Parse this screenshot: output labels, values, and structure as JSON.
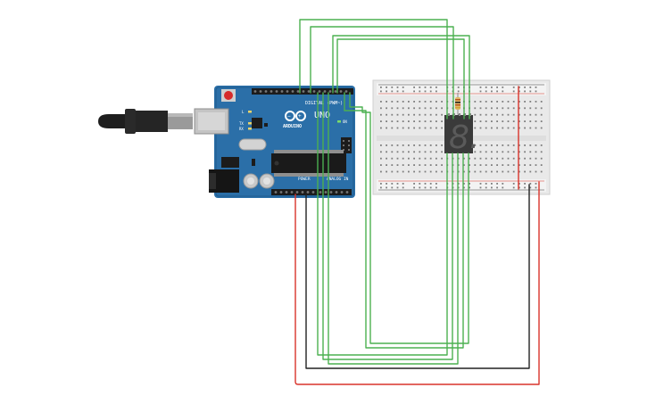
{
  "board": {
    "label_digital": "DIGITAL (PWM~)",
    "label_model": "UNO",
    "label_brand": "ARDUINO",
    "label_power": "POWER",
    "label_analog": "ANALOG IN",
    "label_led_l": "L",
    "label_led_tx": "TX",
    "label_led_rx": "RX",
    "label_on": "ON"
  },
  "display": {
    "digit": "8."
  },
  "colors": {
    "board": "#2b6fa8",
    "board_dark": "#1f5b8e",
    "wire_signal": "#4cb050",
    "wire_power": "#d9342b",
    "wire_ground": "#222222",
    "breadboard": "#e9e9e9",
    "display_body": "#3a3a3a",
    "usb_cable": "#1e1e1e"
  }
}
